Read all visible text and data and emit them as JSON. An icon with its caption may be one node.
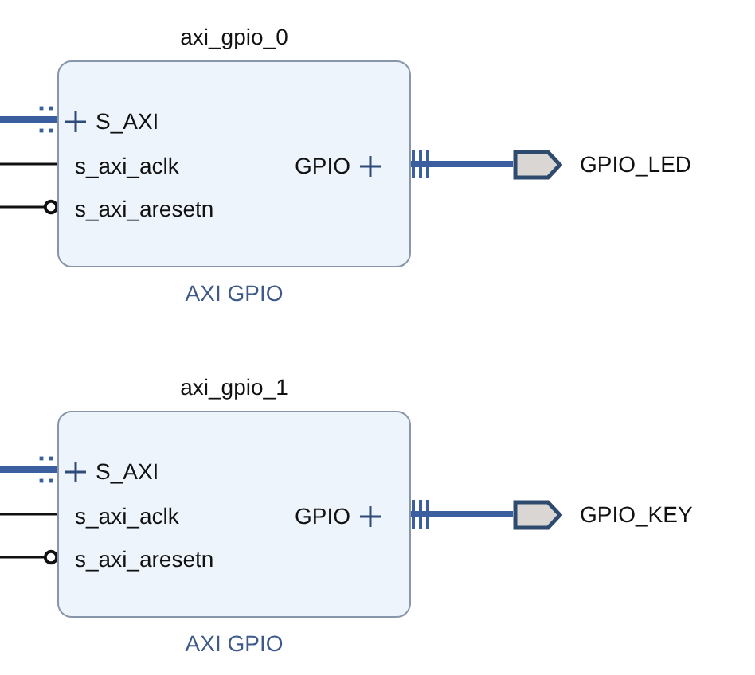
{
  "diagram": {
    "nodes": [
      {
        "text": [
          "axi_gpio_0",
          "AXI GPIO"
        ]
      },
      {
        "text": [
          "S_AXI"
        ],
        "in": 0
      },
      {
        "text": [
          "s_axi_aclk"
        ],
        "in": 0
      },
      {
        "text": [
          "s_axi_aresetn"
        ],
        "in": 0
      },
      {
        "text": [
          "GPIO"
        ],
        "in": 0
      },
      {
        "text": [],
        "shape": "pentagon",
        "beside": [
          "GPIO_LED"
        ]
      },
      {
        "text": [
          "axi_gpio_1",
          "AXI GPIO"
        ]
      },
      {
        "text": [
          "S_AXI"
        ],
        "in": 6
      },
      {
        "text": [
          "s_axi_aclk"
        ],
        "in": 6
      },
      {
        "text": [
          "s_axi_aresetn"
        ],
        "in": 6
      },
      {
        "text": [
          "GPIO"
        ],
        "in": 6
      },
      {
        "text": [],
        "shape": "pentagon",
        "beside": [
          "GPIO_KEY"
        ]
      }
    ],
    "edges": [
      {
        "from": null,
        "to": 1,
        "arrow": "other",
        "style": "thick",
        "color": "#3b5f9e"
      },
      {
        "from": null,
        "to": 2,
        "arrow": "none",
        "color": "#111111"
      },
      {
        "from": null,
        "to": 3,
        "arrow": "other",
        "color": "#111111"
      },
      {
        "from": 4,
        "to": 5,
        "arrow": "other",
        "style": "thick",
        "color": "#3b5f9e"
      },
      {
        "from": null,
        "to": 7,
        "arrow": "other",
        "style": "thick",
        "color": "#3b5f9e"
      },
      {
        "from": null,
        "to": 8,
        "arrow": "none",
        "color": "#111111"
      },
      {
        "from": null,
        "to": 9,
        "arrow": "other",
        "color": "#111111"
      },
      {
        "from": 10,
        "to": 11,
        "arrow": "other",
        "style": "thick",
        "color": "#3b5f9e"
      }
    ]
  }
}
